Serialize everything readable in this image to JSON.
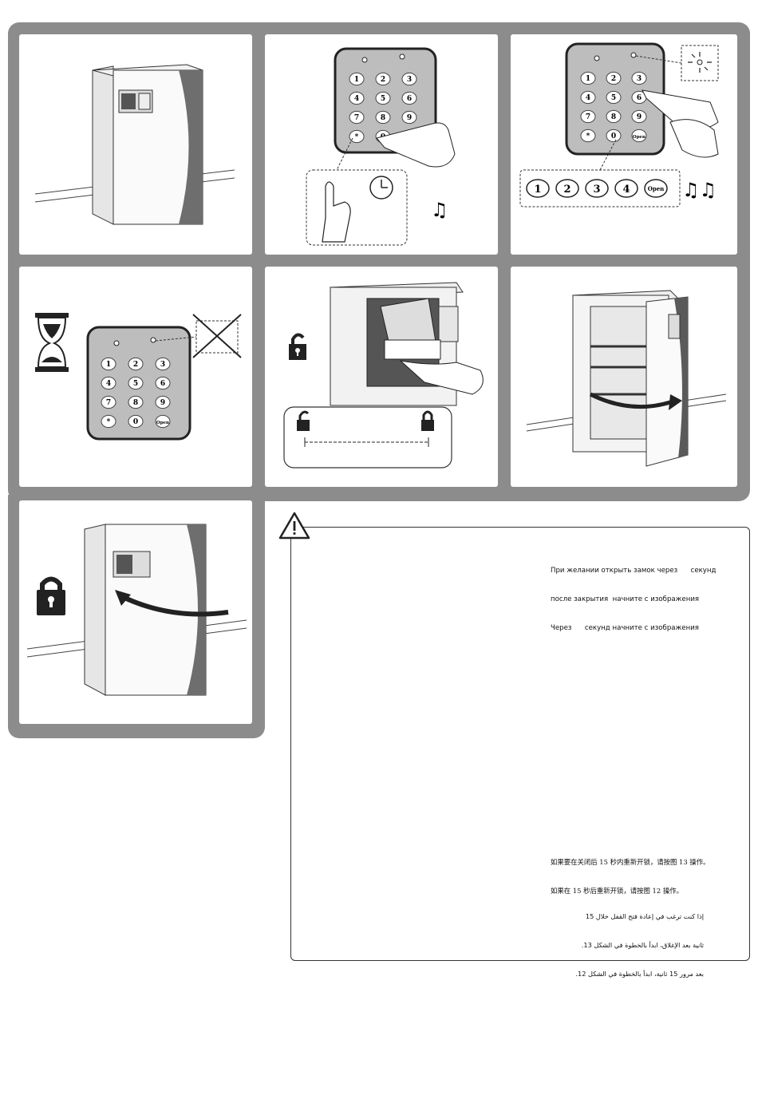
{
  "keypad": {
    "keys": [
      "1",
      "2",
      "3",
      "4",
      "5",
      "6",
      "7",
      "8",
      "9",
      "*",
      "0",
      "Open"
    ]
  },
  "code_sequence": [
    "1",
    "2",
    "3",
    "4",
    "Open"
  ],
  "notes": {
    "russian": [
      "При желании открыть замок через      секунд",
      "после закрытия  начните с изображения",
      "Через      секунд начните с изображения"
    ],
    "chinese": [
      "如果要在关闭后 15 秒内重新开锁，请按图 13 操作。",
      "如果在 15 秒后重新开锁，请按图 12 操作。"
    ],
    "arabic": [
      "إذا كنت ترغب في إعادة فتح القفل خلال 15",
      "ثانية بعد الإغلاق، ابدأ بالخطوة في الشكل 13.",
      "بعد مرور 15 ثانية، ابدأ بالخطوة في الشكل 12."
    ]
  }
}
